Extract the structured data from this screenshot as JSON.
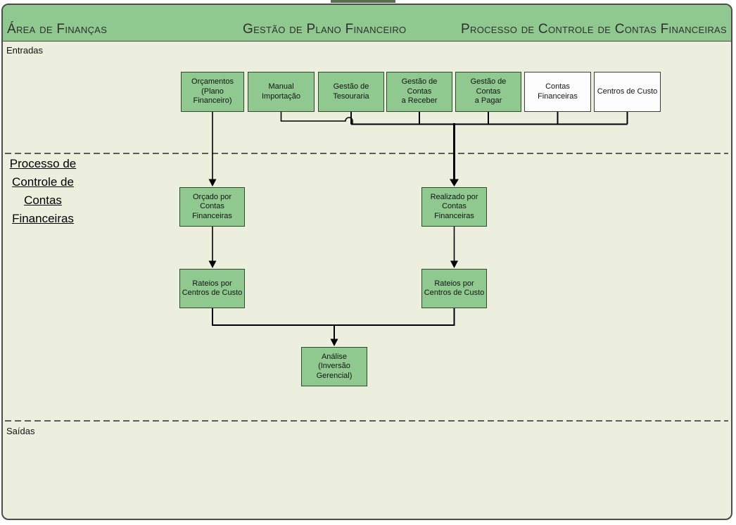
{
  "header": {
    "area": "Área de Finanças",
    "group": "Gestão de Plano Financeiro",
    "process": "Processo de Controle de Contas Financeiras"
  },
  "sections": {
    "inputs": "Entradas",
    "process": "Processo de\nControle de\nContas\nFinanceiras",
    "outputs": "Saídas"
  },
  "inputs": {
    "boxes": [
      {
        "label": "Orçamentos\n(Plano Financeiro)",
        "type": "system"
      },
      {
        "label": "Manual\nImportação",
        "type": "system"
      },
      {
        "label": "Gestão de\nTesouraria",
        "type": "system"
      },
      {
        "label": "Gestão de Contas\na Receber",
        "type": "system"
      },
      {
        "label": "Gestão de Contas\na Pagar",
        "type": "system"
      },
      {
        "label": "Contas\nFinanceiras",
        "type": "entity"
      },
      {
        "label": "Centros de Custo",
        "type": "entity"
      }
    ]
  },
  "process": {
    "boxes": [
      {
        "label": "Orçado por\nContas\nFinanceiras"
      },
      {
        "label": "Realizado por\nContas\nFinanceiras"
      },
      {
        "label": "Rateios por\nCentros de Custo"
      },
      {
        "label": "Rateios por\nCentros de Custo"
      },
      {
        "label": "Análise\n(Inversão\nGerencial)"
      }
    ]
  },
  "colors": {
    "header_green": "#8FC98F",
    "box_green": "#8FC98F",
    "box_white": "#FDFDFD",
    "body_background": "#ECEFDE",
    "frame_border": "#4B4B4B",
    "connector": "#000000"
  }
}
